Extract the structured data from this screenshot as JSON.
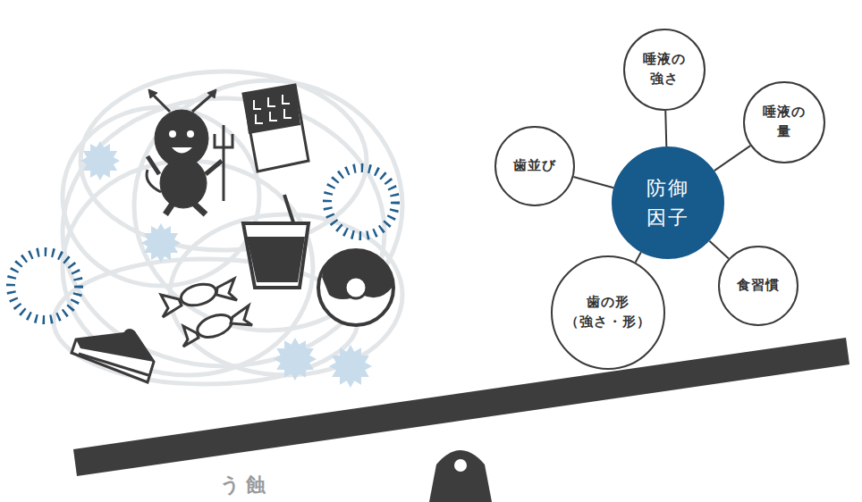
{
  "diagram": {
    "nodes": [
      {
        "text": [
          "唾液の 強さ"
        ]
      },
      {
        "text": [
          "唾液の 量"
        ]
      },
      {
        "text": [
          "歯並び"
        ]
      },
      {
        "text": [
          "防御 因子"
        ]
      },
      {
        "text": [
          "食習慣"
        ]
      },
      {
        "text": [
          "歯の形 （強さ・形）"
        ]
      }
    ],
    "edges": [
      {
        "from": 3,
        "to": 0,
        "arrow": "none"
      },
      {
        "from": 3,
        "to": 1,
        "arrow": "none"
      },
      {
        "from": 3,
        "to": 2,
        "arrow": "none"
      },
      {
        "from": 3,
        "to": 4,
        "arrow": "none"
      },
      {
        "from": 3,
        "to": 5,
        "arrow": "none"
      }
    ],
    "labels": [
      "う蝕"
    ]
  }
}
